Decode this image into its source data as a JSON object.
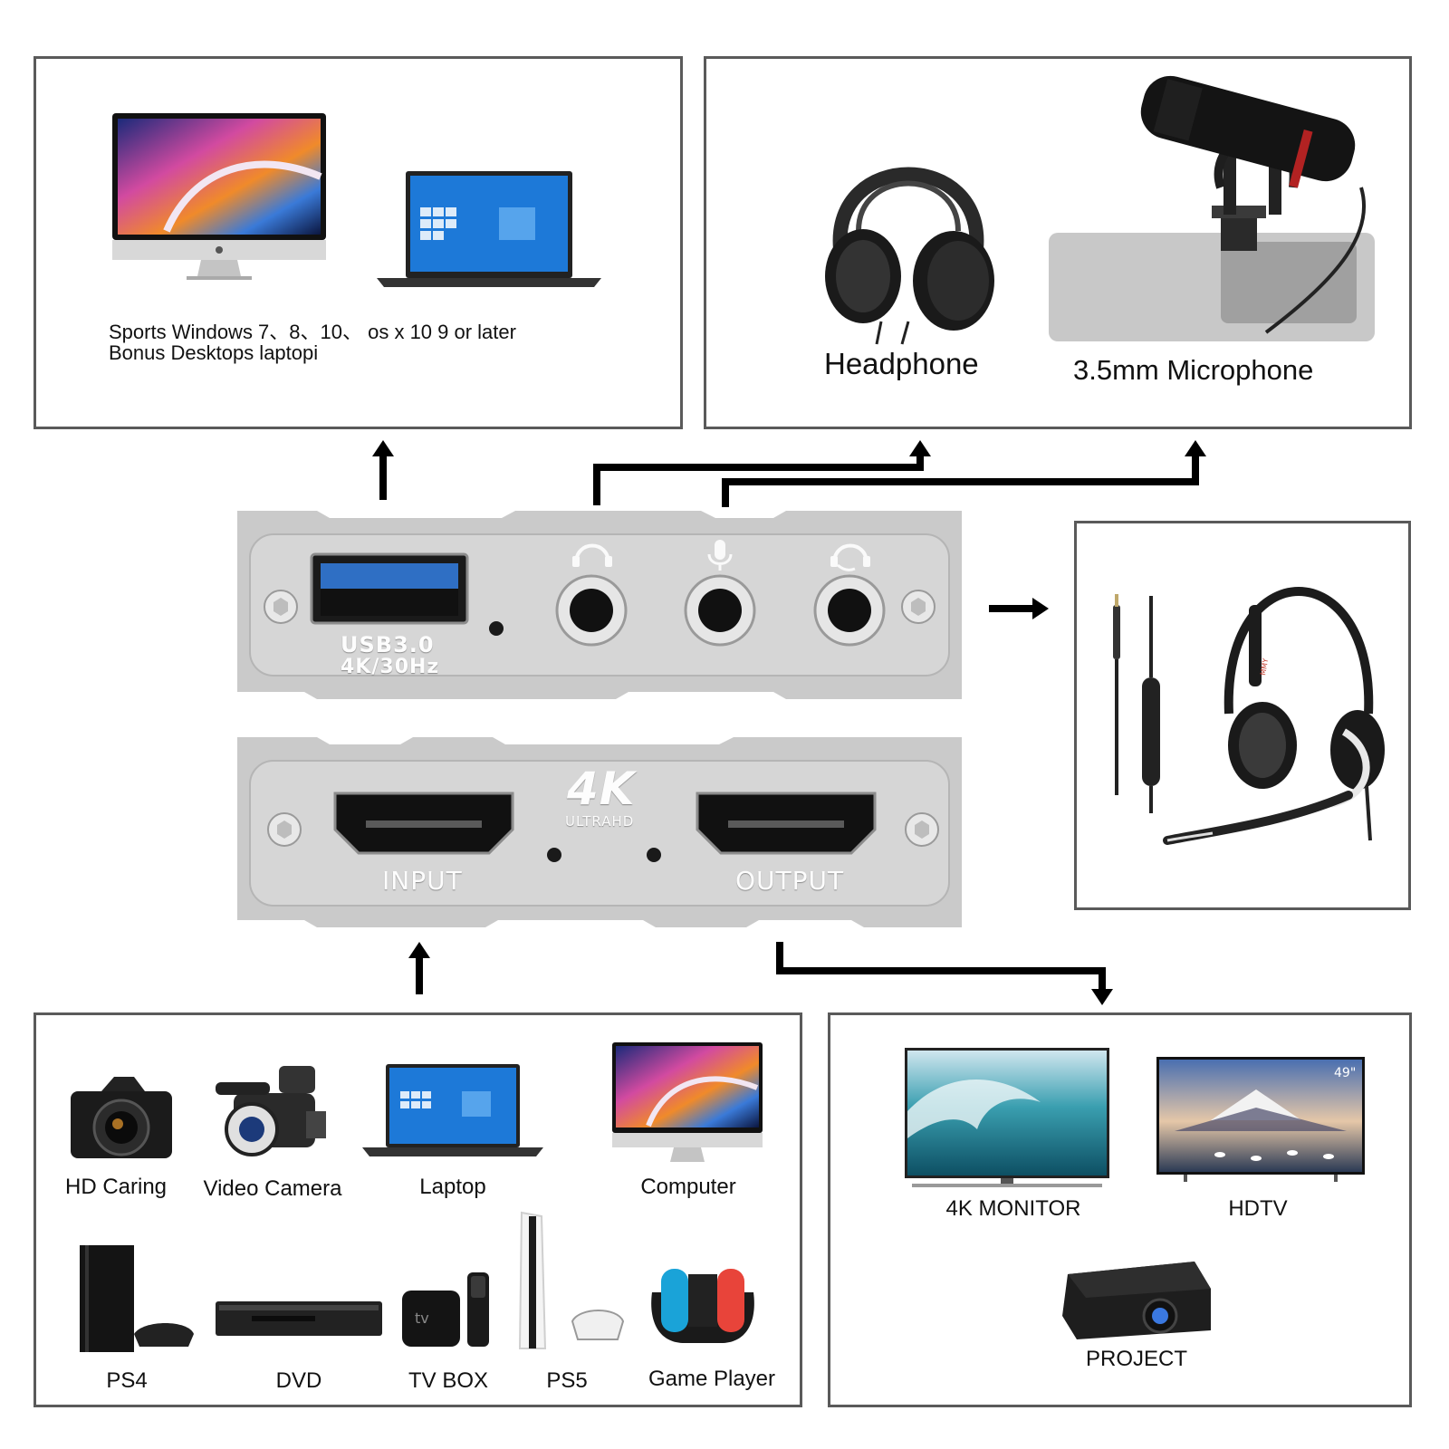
{
  "os_panel": {
    "line1": "Sports Windows 7、8、10、 os x 10 9 or later",
    "line2": "Bonus Desktops laptopi"
  },
  "audio_panel": {
    "headphone": "Headphone",
    "microphone": "3.5mm Microphone"
  },
  "device": {
    "usb_label": "USB3.0",
    "usb_spec": "4K/30Hz",
    "badge_big": "4K",
    "badge_small": "ULTRAHD",
    "input_label": "INPUT",
    "output_label": "OUTPUT",
    "headset_mark": "MMY"
  },
  "input_devices": [
    "HD Caring",
    "Video Camera",
    "Laptop",
    "Computer",
    "PS4",
    "DVD",
    "TV BOX",
    "PS5",
    "Game Player"
  ],
  "output_devices": [
    "4K MONITOR",
    "HDTV",
    "PROJECT"
  ],
  "screen_labels": {
    "hdtv_size": "49\"",
    "tv_box": "tv"
  },
  "colors": {
    "frame": "#5a5a5a",
    "device": "#c9c9c9",
    "usb_blue": "#2f6fc4",
    "arrow": "#000000"
  }
}
